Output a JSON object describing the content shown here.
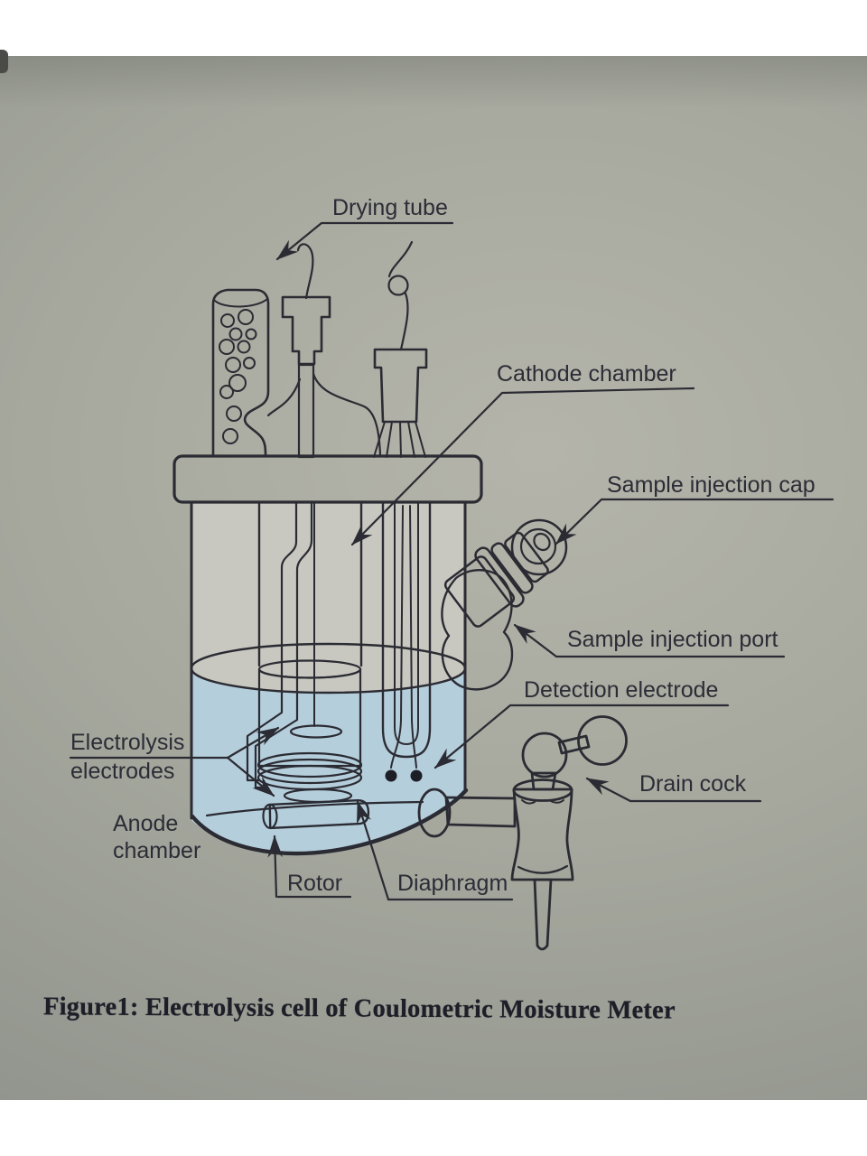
{
  "caption": {
    "prefix": "Figure1:",
    "text": " Electrolysis cell of Coulometric Moisture Meter"
  },
  "labels": {
    "drying_tube": "Drying tube",
    "cathode_chamber": "Cathode chamber",
    "sample_injection_cap": "Sample injection cap",
    "sample_injection_port": "Sample injection port",
    "detection_electrode": "Detection electrode",
    "drain_cock": "Drain cock",
    "electrolysis_electrodes": [
      "Electrolysis",
      "electrodes"
    ],
    "anode_chamber": [
      "Anode",
      "chamber"
    ],
    "rotor": "Rotor",
    "diaphragm": "Diaphragm"
  },
  "colors": {
    "paper": "#a6a89e",
    "ink": "#2b2b33",
    "outer_liquid": "#b5cedb",
    "chamber_liquid": "#85b5dc",
    "lid_gray": "#b6b6b0",
    "stopper_dark_blue": "#7d9cd2",
    "stopper_light_blue": "#a6c4e0",
    "drying_tube_yellow": "#d9dab2",
    "injection_cap_green": "#a8c8ae",
    "drain_cock_purple": "#9d90c5",
    "electrode_disk_gray": "#b4ada0",
    "rotor_blue": "#a7cade",
    "band_white": "#ffffff"
  }
}
